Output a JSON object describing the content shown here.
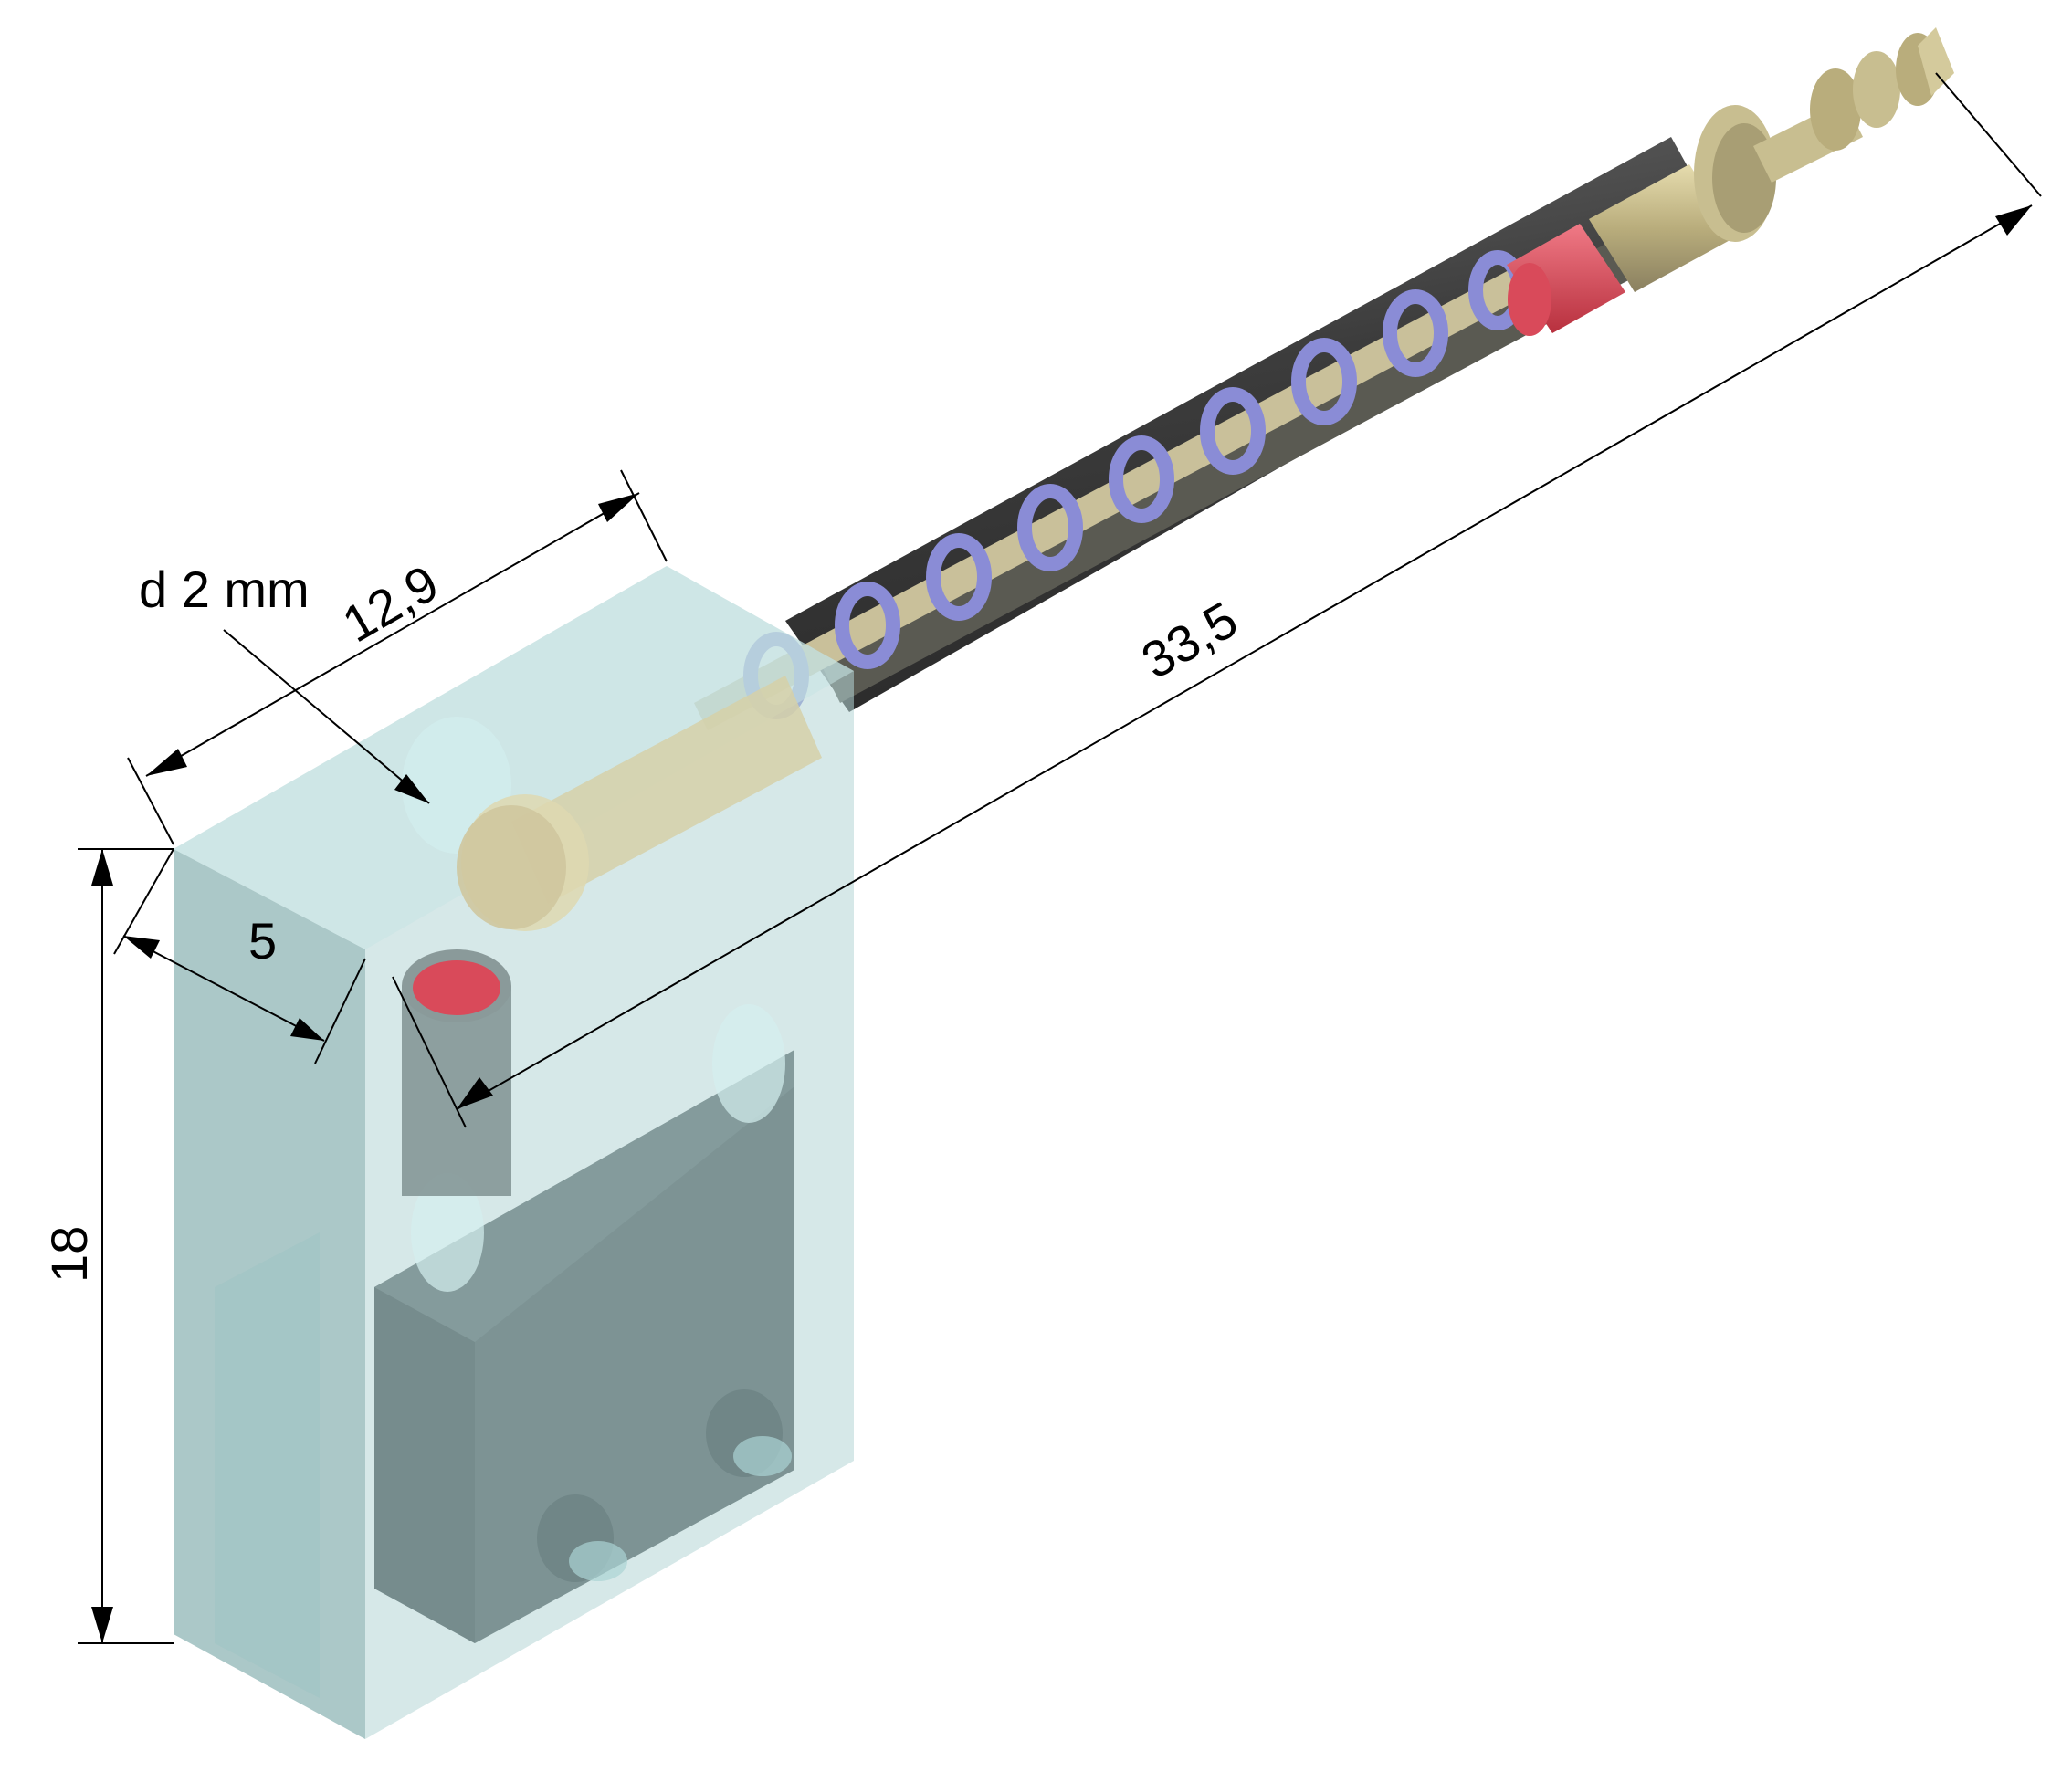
{
  "dimensions": {
    "hole_diameter": "d 2 mm",
    "width": "12,9",
    "length": "33,5",
    "depth": "5",
    "height": "18"
  },
  "colors": {
    "block": "#b4d6d6",
    "block_dark": "#8eb3b3",
    "base": "#3a4446",
    "tube": "#4a4a4a",
    "spring": "#8a8cd6",
    "rod": "#b8b08a",
    "brass": "#c8be90",
    "seal": "#d94a5a"
  }
}
